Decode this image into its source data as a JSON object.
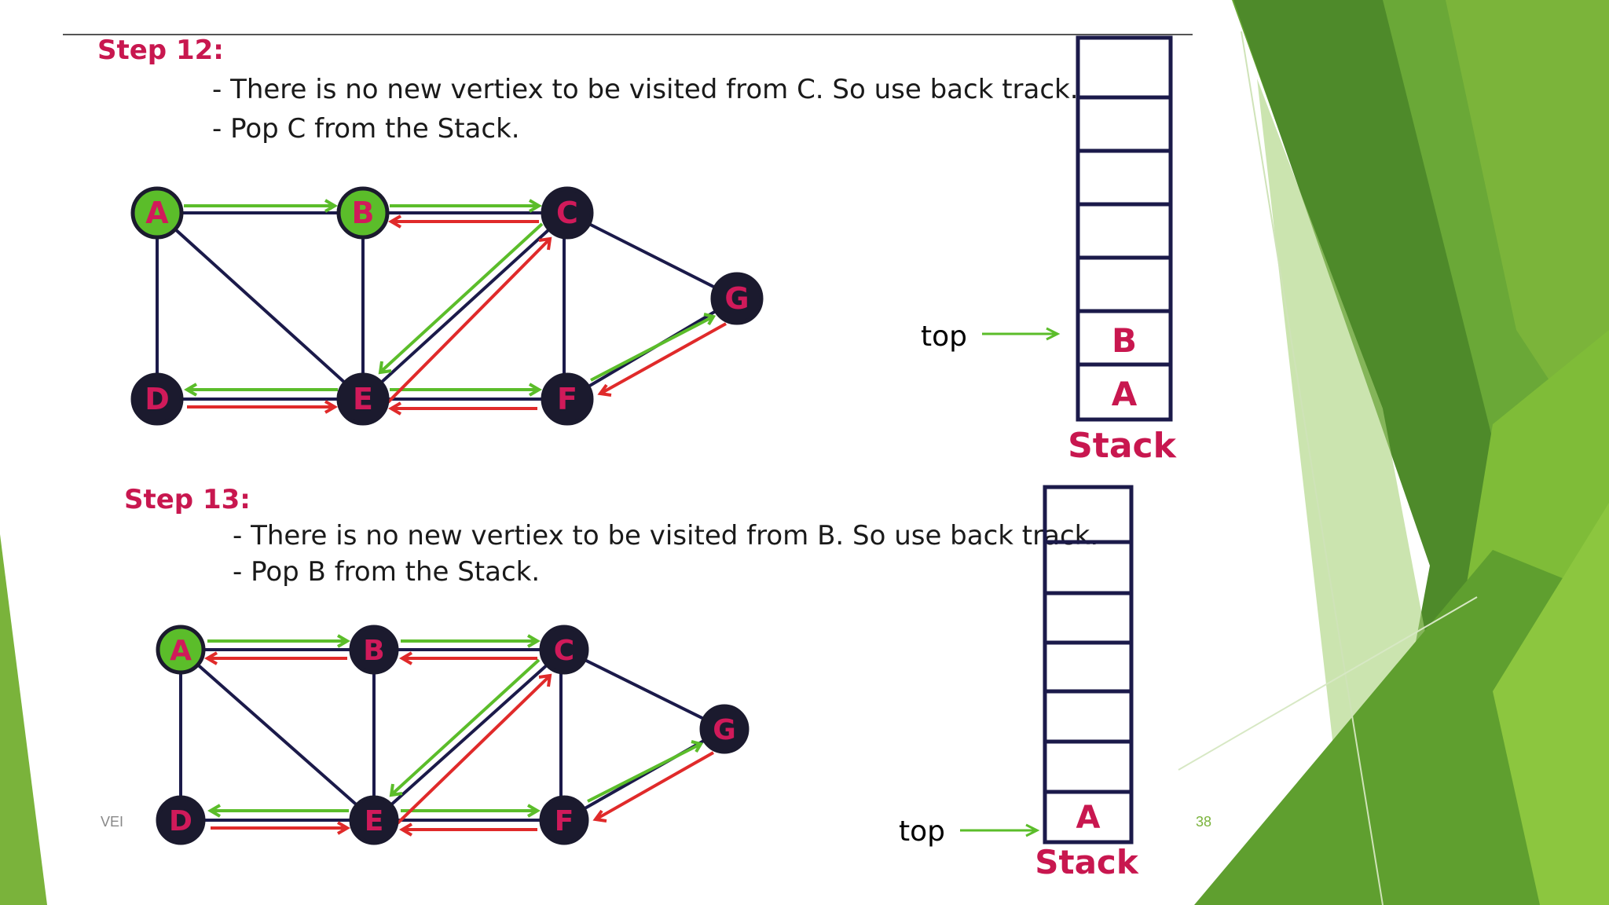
{
  "step12": {
    "title": "Step 12:",
    "bullets": [
      "- There is no new vertiex to be visited from C. So use back track.",
      "- Pop C from the Stack."
    ],
    "stack": {
      "label": "Stack",
      "items": [
        "B",
        "A"
      ],
      "pointer": "top"
    }
  },
  "step13": {
    "title": "Step 13:",
    "bullets": [
      "- There is no new vertiex to be visited from B. So use back track.",
      "- Pop B from the Stack."
    ],
    "stack": {
      "label": "Stack",
      "items": [
        "A"
      ],
      "pointer": "top"
    }
  },
  "footer": {
    "left": "VEI",
    "page": "38"
  },
  "colors": {
    "visited_node": "#5bbd2a",
    "unvisited_node": "#1b1a2e",
    "node_label": "#d01a5a",
    "edge": "#1b1a4a",
    "forward_arrow": "#5bbd2a",
    "backtrack_arrow": "#e02a2a",
    "accent": "#c8174f",
    "bg_green_dark": "#4f8a2c",
    "bg_green_light": "#8ac23d"
  },
  "graphs": [
    {
      "visited": [
        "A",
        "B"
      ],
      "nodes": [
        "A",
        "B",
        "C",
        "D",
        "E",
        "F",
        "G"
      ],
      "edges": [
        [
          "A",
          "B"
        ],
        [
          "B",
          "C"
        ],
        [
          "A",
          "D"
        ],
        [
          "A",
          "E"
        ],
        [
          "B",
          "E"
        ],
        [
          "C",
          "E"
        ],
        [
          "C",
          "F"
        ],
        [
          "C",
          "G"
        ],
        [
          "D",
          "E"
        ],
        [
          "E",
          "F"
        ],
        [
          "F",
          "G"
        ]
      ]
    },
    {
      "visited": [
        "A"
      ],
      "nodes": [
        "A",
        "B",
        "C",
        "D",
        "E",
        "F",
        "G"
      ],
      "edges": [
        [
          "A",
          "B"
        ],
        [
          "B",
          "C"
        ],
        [
          "A",
          "D"
        ],
        [
          "A",
          "E"
        ],
        [
          "B",
          "E"
        ],
        [
          "C",
          "E"
        ],
        [
          "C",
          "F"
        ],
        [
          "C",
          "G"
        ],
        [
          "D",
          "E"
        ],
        [
          "E",
          "F"
        ],
        [
          "F",
          "G"
        ]
      ]
    }
  ]
}
